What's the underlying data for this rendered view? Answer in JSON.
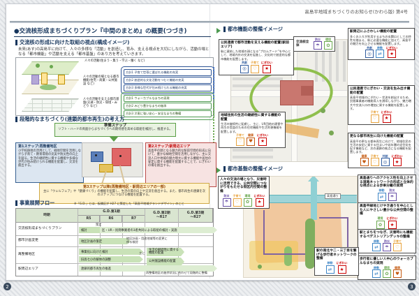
{
  "meta": {
    "header": "高島平地域まちづくりのお知らせ(かわら版) 第4号",
    "page_left": "2",
    "page_right": "3"
  },
  "icon_defs": {
    "kyoso": {
      "label": "共創",
      "glyph": "◎",
      "color": "#2f5b9e"
    },
    "kosodate": {
      "label": "子育て",
      "glyph": "♡",
      "color": "#e8a33d"
    },
    "nigiwai": {
      "label": "にぎわい",
      "glyph": "★",
      "color": "#cc0000"
    },
    "ido": {
      "label": "移動",
      "glyph": "⇄",
      "color": "#3d85c6"
    },
    "bosai": {
      "label": "防災",
      "glyph": "☂",
      "color": "#674ea7"
    },
    "kankyo": {
      "label": "環境",
      "glyph": "✿",
      "color": "#6aa84f"
    },
    "kenko": {
      "label": "健康",
      "glyph": "♥",
      "color": "#c55a11"
    }
  },
  "left": {
    "title": "●交流核形成まちづくりプラン『中間のまとめ』の概要(つづき)",
    "sec1": {
      "heading": "交流核の形成に向けた取組の視点(構成イメージ)",
      "body": "未来(あす)の高島平に向けて、人々の多様な「活動」を創造し、育み、支える視点を大切にしながら、活動の場となる「都市機能」や活動を支える「都市基盤」のあり方を考えていきます。",
      "layer_activity": "人々の活動(住まう・集う・学ぶ・働く など)",
      "layer_function": "人々の活動の場となる都市機能(住宅・商業・公共施設 など)",
      "layer_base": "人々の活動を支える都市基盤(交通・防災・環境・みどり など)",
      "function_policies": [
        "方針1 子育て世帯に選ばれる機能の充実",
        "方針2 創造的な文化活動をつむぐ機能の充実",
        "方針3 多様な世代が住み続けられる機能の充実"
      ],
      "base_policies": [
        "方針1 ウォーカブルなまちの実現",
        "方針2 みどり豊かなまちの継承",
        "方針3 災害に強い安心・安全なまちの整備"
      ]
    },
    "sec2": {
      "heading": "段階的なまちづくり(連鎖的都市再生)の考え方",
      "prep_title": "準備ステップ",
      "prep_body": "ソフト・ハードの両面からまちづくりへの期待感を高める取組を検討し、推進する。",
      "step1_title": "第1ステップ:再整備地区",
      "step1_body": "小学校跡地の活用として、緑地空間を活用しながら子育て・教育環境の充実や防災性の向上を図る。生活の継続性に資する機能や多様な世代が住み続けられる機能を配置し、交流を創出する。",
      "step2_title": "第2ステップ:駅周辺エリア",
      "step2_body": "高島平の顔となる魅力的な駅前空間の形成に向けて、豊かな緑地空間を活用しながら、主に交流人口や地域の魅力増大に資する機能や居住の安定に資する機能を配置することで、にぎわいの場を創出する。",
      "step3_title": "第3ステップ以降(再整備地区・駅周辺エリアの一部)",
      "step3_body": "主に「ウェルフェア」や「健康づくり」の機能を配置し、生活の質の向上や交流を創出する。また、都市再生の連鎖を次のステップにつなげる機能を配置する。"
    },
    "sec3": {
      "heading": "事業展開フロー",
      "note": "※「G.D.」とは、板橋区が H27 に策定した「高島平地域グランドデザイン」のこと",
      "table": {
        "col_time": "時期",
        "p1": "G.D.第1期",
        "r5": "R5",
        "r6": "R6",
        "r7": "R7",
        "p2a": "G.D.第2期",
        "p2b": "〜R17",
        "p3a": "G.D.第3期",
        "p3b": "〜R27",
        "row1_label": "交流核形成まちづくりプラン",
        "row1_tag": "策定",
        "row1_bar1": "検討",
        "row1_bar2": "区・UR・民間事業者の3者共同による取組の検討・実施",
        "row2_label": "都市計画変更",
        "row2_bar1": "地区計画の策定",
        "row2_note": "地区計画・用途地域等の変更に係る検討",
        "row3_label": "再整備地区",
        "row3_bar1": "事業化に向けた検討",
        "row3_bar2": "旧高七小の解体の調整",
        "row3_prefix": "主に",
        "row3_bar3": "生活の継続性に資する機能の配置",
        "row3_bar4": "公共施設機能の配置",
        "row4_label": "駅周辺エリア",
        "row4_bar1": "連鎖的都市再生の推進",
        "row4_note": "再整備地区の進捗状況に合わせて段階的に整備"
      }
    }
  },
  "right": {
    "heading_function": "都市機能の整備イメージ",
    "heading_base": "都市基盤の整備イメージ",
    "legend_label": "交流核全体",
    "legend_icons": [
      "bosai",
      "kankyo"
    ],
    "map_label": "高島通り",
    "fn_callouts": [
      {
        "title": "公民連携で都市活動を支える機能の配置(駅前エリア)",
        "body": "駅に連結した地域の顔となる“プロムナード”を中心として、地域内外の交流を促進し、文化的で創造的な都市機能を配置します。",
        "icons": [
          "kyoso",
          "kosodate",
          "nigiwai"
        ]
      },
      {
        "title": "駅周辺にふさわしい機能の配置",
        "body": "多くの人々が利用するまちの玄関口としての特性を踏まえ、駅に必要な機能に加えて、高島平の魅力を向上させる機能を配置します。",
        "icons": [
          "kyoso",
          "ido",
          "nigiwai"
        ]
      },
      {
        "title": "公民連携でにぎわい・交流を生み出す機能の配置",
        "body": "高島平地域のにぎわい・交流を創出するため、民間事業者の機能導入を誘導しながら、魅力増大や交流人口の増加に資する機能を配置します。",
        "icons": [
          "kosodate",
          "nigiwai"
        ]
      },
      {
        "title": "更なる都市再生に向けた機能の配置",
        "body": "高島平の更なる都市再生に向けて、地域住民の生活の安定に資する住まいや若年層の定住化を促す機能など、次の連鎖の拠点になる機能を配置します。",
        "icons": [
          "kenko",
          "kosodate",
          "kyoso",
          "nigiwai"
        ]
      },
      {
        "title": "地域住民の生活の継続性に資する機能の配置",
        "body": "生活の継続性に配慮し、主に、UR団地の建替や再生の受皿のための住宅機能や生活利便機能を配置します。",
        "icons": [
          "kosodate",
          "kenko",
          "nigiwai"
        ]
      }
    ],
    "base_callouts": [
      {
        "title": "人々の交流の場となり、災害時に活用できる、公共空間につながりをもたせる街区内空間の整備",
        "icons": [
          "bosai",
          "kosodate",
          "kankyo",
          "nigiwai"
        ]
      },
      {
        "title": "高島通りへのアクセス性を向上させる道路ネットワークの形成と立体的な視点による歩車分離の実現",
        "icons": [
          "ido",
          "bosai"
        ]
      },
      {
        "title": "高島平緑地とけやき通りを中心とした人にやさしい豊かな公共空間の整備",
        "icons": [
          "kankyo",
          "nigiwai"
        ]
      },
      {
        "title": "駅とまちをつなぎ、災害時にも機能するペデストリアンデッキの整備",
        "icons": [
          "ido",
          "bosai",
          "kosodate"
        ]
      },
      {
        "title": "歩行者に優しい人中心のウォーカブルなまちの実現",
        "icons": [
          "ido",
          "kankyo",
          "kenko"
        ]
      },
      {
        "title": "駅の南北や二・三丁目を繋げる歩行者ネットワークの整備",
        "icons": [
          "ido",
          "nigiwai"
        ]
      }
    ]
  }
}
